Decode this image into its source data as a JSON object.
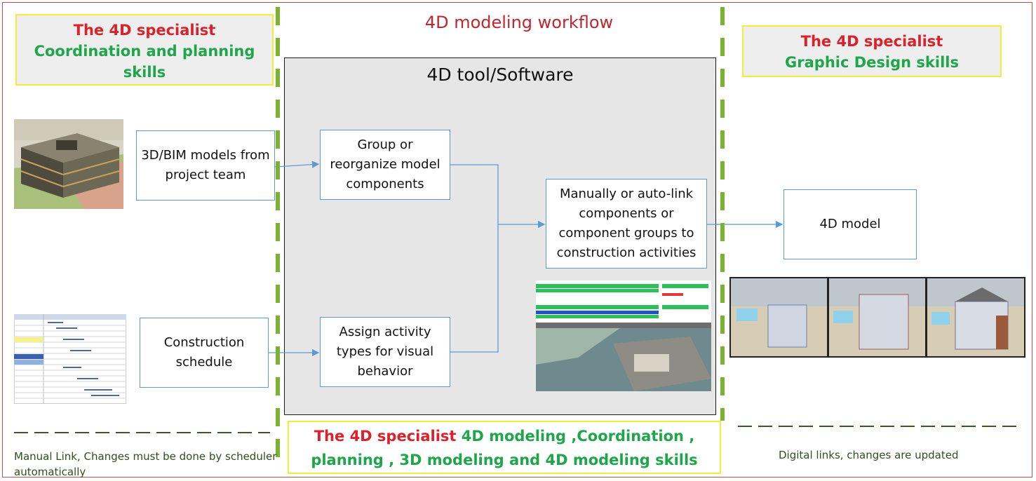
{
  "workflow_title": "4D modeling workflow",
  "left_specialist": {
    "role": "The 4D specialist",
    "skills": "Coordination and planning skills"
  },
  "right_specialist": {
    "role": "The 4D specialist",
    "skills": "Graphic Design skills"
  },
  "tool": {
    "title": "4D tool/Software",
    "group_box": "Group or reorganize model components",
    "assign_box": "Assign activity types for visual behavior",
    "link_box": "Manually or auto-link components or component groups to construction activities"
  },
  "inputs": {
    "models_box": "3D/BIM models from project team",
    "schedule_box": "Construction schedule"
  },
  "output_box": "4D model",
  "bottom_specialist": {
    "role": "The 4D specialist",
    "skills": "4D modeling ,Coordination , planning , 3D modeling and 4D modeling skills"
  },
  "notes": {
    "manual_link": "Manual Link, Changes must be done by scheduler automatically",
    "digital_link": "Digital links, changes are updated"
  },
  "colors": {
    "frame": "#c0504d",
    "role_text": "#d9232c",
    "skill_text": "#1fa64a",
    "flow_border": "#5b9bd5",
    "dash_green": "#7ab32e"
  }
}
